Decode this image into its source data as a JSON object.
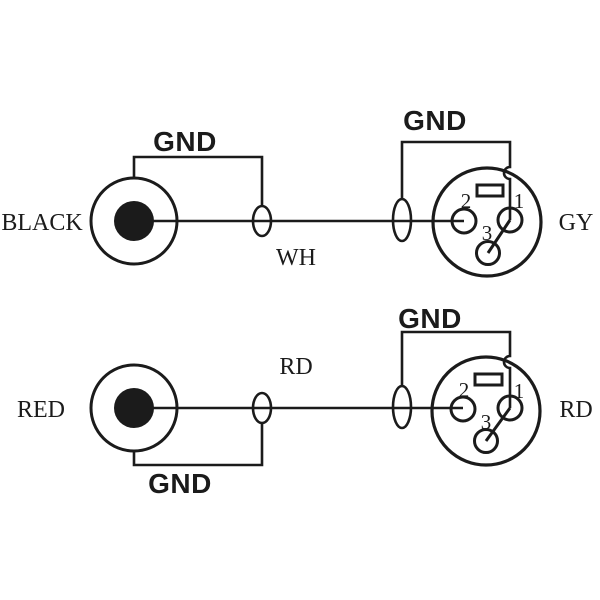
{
  "diagram_type": "rca-to-xlr-wiring",
  "colors": {
    "line": "#1b1b1b",
    "background": "#ffffff"
  },
  "channels": [
    {
      "rca_label": "BLACK",
      "rca_gnd_label": "GND",
      "wire_label": "WH",
      "xlr_gnd_label": "GND",
      "xlr_label": "GY",
      "pin_1": "1",
      "pin_2": "2",
      "pin_3": "3"
    },
    {
      "rca_label": "RED",
      "rca_gnd_label": "GND",
      "wire_label": "RD",
      "xlr_gnd_label": "GND",
      "xlr_label": "RD",
      "pin_1": "1",
      "pin_2": "2",
      "pin_3": "3"
    }
  ]
}
